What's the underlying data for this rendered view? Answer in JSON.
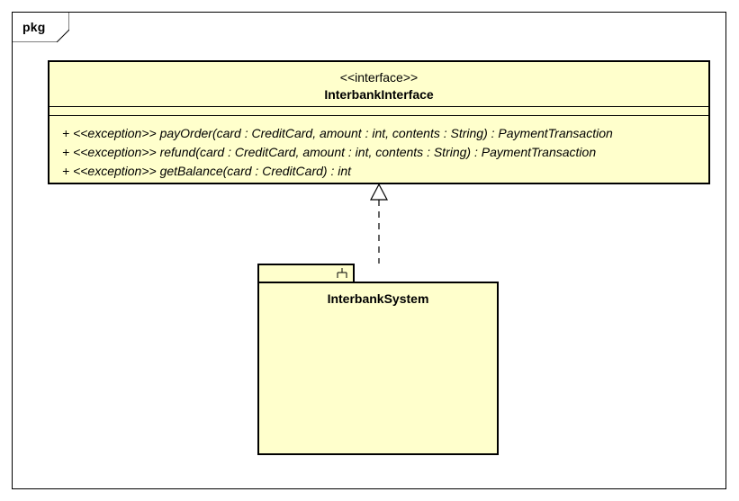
{
  "diagram": {
    "frame_label": "pkg",
    "fill_color": "#ffffcc",
    "line_color": "#000000"
  },
  "interface": {
    "stereotype": "<<interface>>",
    "name": "InterbankInterface",
    "operations": [
      "+ <<exception>> payOrder(card : CreditCard, amount : int, contents : String) : PaymentTransaction",
      "+ <<exception>> refund(card : CreditCard, amount : int, contents : String) : PaymentTransaction",
      "+ <<exception>> getBalance(card : CreditCard) : int"
    ]
  },
  "package": {
    "name": "InterbankSystem",
    "icon": "subsystem-fork-icon"
  },
  "relationship": {
    "type": "realization",
    "from": "InterbankSystem",
    "to": "InterbankInterface"
  }
}
